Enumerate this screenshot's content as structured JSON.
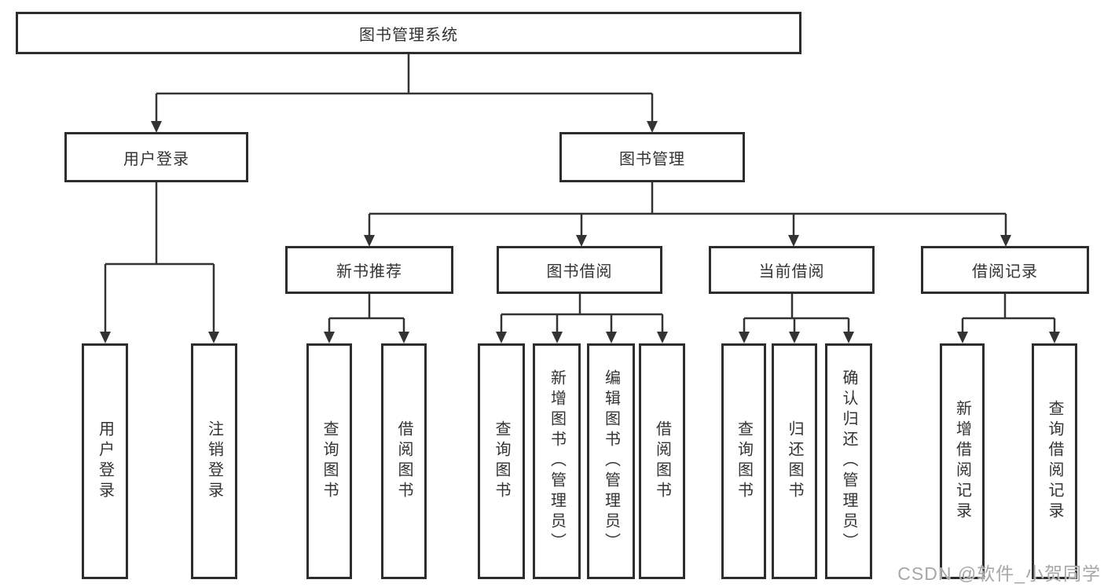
{
  "tree": {
    "label": "图书管理系统",
    "children": [
      {
        "label": "用户登录",
        "children": [
          {
            "label": "用户登录"
          },
          {
            "label": "注销登录"
          }
        ]
      },
      {
        "label": "图书管理",
        "children": [
          {
            "label": "新书推荐",
            "children": [
              {
                "label": "查询图书"
              },
              {
                "label": "借阅图书"
              }
            ]
          },
          {
            "label": "图书借阅",
            "children": [
              {
                "label": "查询图书"
              },
              {
                "label": "新增图书（管理员）"
              },
              {
                "label": "编辑图书（管理员）"
              },
              {
                "label": "借阅图书"
              }
            ]
          },
          {
            "label": "当前借阅",
            "children": [
              {
                "label": "查询图书"
              },
              {
                "label": "归还图书"
              },
              {
                "label": "确认归还（管理员）"
              }
            ]
          },
          {
            "label": "借阅记录",
            "children": [
              {
                "label": "新增借阅记录"
              },
              {
                "label": "查询借阅记录"
              }
            ]
          }
        ]
      }
    ]
  },
  "watermark": {
    "text": "CSDN @软件_小贺同学"
  },
  "colors": {
    "line": "#333333",
    "box_border": "#2d2d2d",
    "text": "#333333",
    "watermark": "#a7a7a7",
    "background": "#ffffff"
  }
}
